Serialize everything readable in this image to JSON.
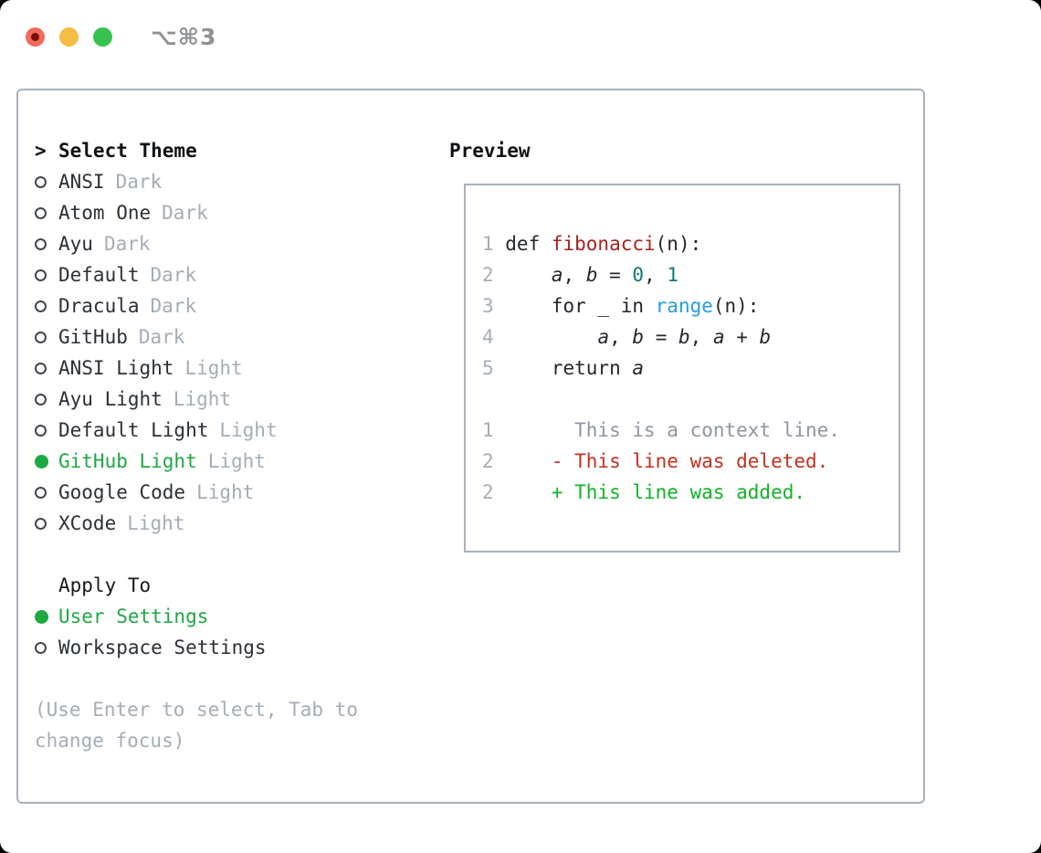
{
  "window": {
    "title": "⌥⌘3",
    "traffic_lights": [
      "close",
      "minimize",
      "zoom"
    ]
  },
  "colors": {
    "selected_green": "#1ea844",
    "muted_gray": "#a4adb6",
    "border_gray": "#a9b2bc",
    "function_red": "#a62220",
    "number_teal": "#0d7b74",
    "call_blue": "#2a9dd6",
    "deleted_red": "#c4301f",
    "added_green": "#12b226",
    "light_red": "#f16a5b",
    "light_yellow": "#f6bd45",
    "light_green": "#37c24f"
  },
  "theme_panel": {
    "prompt": ">",
    "heading": "Select Theme",
    "themes": [
      {
        "name": "ANSI",
        "variant": "Dark",
        "selected": false
      },
      {
        "name": "Atom One",
        "variant": "Dark",
        "selected": false
      },
      {
        "name": "Ayu",
        "variant": "Dark",
        "selected": false
      },
      {
        "name": "Default",
        "variant": "Dark",
        "selected": false
      },
      {
        "name": "Dracula",
        "variant": "Dark",
        "selected": false
      },
      {
        "name": "GitHub",
        "variant": "Dark",
        "selected": false
      },
      {
        "name": "ANSI Light",
        "variant": "Light",
        "selected": false
      },
      {
        "name": "Ayu Light",
        "variant": "Light",
        "selected": false
      },
      {
        "name": "Default Light",
        "variant": "Light",
        "selected": false
      },
      {
        "name": "GitHub Light",
        "variant": "Light",
        "selected": true
      },
      {
        "name": "Google Code",
        "variant": "Light",
        "selected": false
      },
      {
        "name": "XCode",
        "variant": "Light",
        "selected": false
      }
    ],
    "apply_to": {
      "heading": "Apply To",
      "options": [
        {
          "label": "User Settings",
          "selected": true
        },
        {
          "label": "Workspace Settings",
          "selected": false
        }
      ]
    },
    "hint": "(Use Enter to select, Tab to change focus)"
  },
  "preview": {
    "heading": "Preview",
    "lines": [
      {
        "num": "1",
        "kind": "code",
        "tokens": [
          [
            "def ",
            "p"
          ],
          [
            "fibonacci",
            "fn"
          ],
          [
            "(n):",
            "p"
          ]
        ]
      },
      {
        "num": "2",
        "kind": "code",
        "tokens": [
          [
            "    ",
            "p"
          ],
          [
            "a",
            "var"
          ],
          [
            ", ",
            "p"
          ],
          [
            "b",
            "var"
          ],
          [
            " = ",
            "p"
          ],
          [
            "0",
            "num"
          ],
          [
            ", ",
            "p"
          ],
          [
            "1",
            "num"
          ]
        ]
      },
      {
        "num": "3",
        "kind": "code",
        "tokens": [
          [
            "    for _ in ",
            "p"
          ],
          [
            "range",
            "call"
          ],
          [
            "(n):",
            "p"
          ]
        ]
      },
      {
        "num": "4",
        "kind": "code",
        "tokens": [
          [
            "        ",
            "p"
          ],
          [
            "a",
            "var"
          ],
          [
            ", ",
            "p"
          ],
          [
            "b",
            "var"
          ],
          [
            " = ",
            "p"
          ],
          [
            "b",
            "var"
          ],
          [
            ", ",
            "p"
          ],
          [
            "a",
            "var"
          ],
          [
            " + ",
            "p"
          ],
          [
            "b",
            "var"
          ]
        ]
      },
      {
        "num": "5",
        "kind": "code",
        "tokens": [
          [
            "    return ",
            "p"
          ],
          [
            "a",
            "var"
          ]
        ]
      },
      {
        "num": "",
        "kind": "blank",
        "tokens": []
      },
      {
        "num": "1",
        "kind": "diff-context",
        "tokens": [
          [
            "      ",
            "p"
          ],
          [
            "This is a context line.",
            "ctx"
          ]
        ]
      },
      {
        "num": "2",
        "kind": "diff-deleted",
        "tokens": [
          [
            "    ",
            "p"
          ],
          [
            "- This line was deleted.",
            "del"
          ]
        ]
      },
      {
        "num": "2",
        "kind": "diff-added",
        "tokens": [
          [
            "    ",
            "p"
          ],
          [
            "+ This line was added.",
            "add"
          ]
        ]
      }
    ]
  }
}
